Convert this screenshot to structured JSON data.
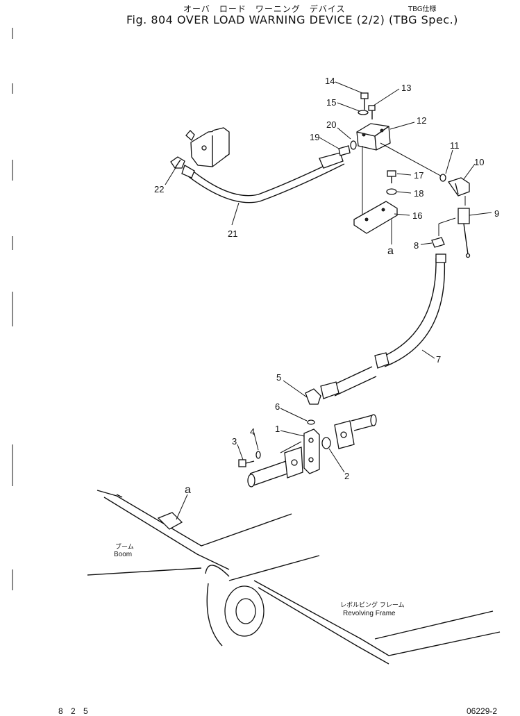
{
  "header": {
    "jp_title": "オーバ　ロード　ワーニング　デバイス",
    "jp_spec": "TBG仕様",
    "title": "Fig. 804   OVER LOAD WARNING DEVICE (2/2) (TBG Spec.)"
  },
  "callouts": [
    "1",
    "2",
    "3",
    "4",
    "5",
    "6",
    "7",
    "8",
    "9",
    "10",
    "11",
    "12",
    "13",
    "14",
    "15",
    "16",
    "17",
    "18",
    "19",
    "20",
    "21",
    "22",
    "a",
    "a"
  ],
  "labels": {
    "boom_jp": "ブーム",
    "boom_en": "Boom",
    "frame_jp": "レボルビング フレーム",
    "frame_en": "Revolving Frame"
  },
  "footer": {
    "page_no": "8 2 5",
    "code": "06229-2"
  }
}
